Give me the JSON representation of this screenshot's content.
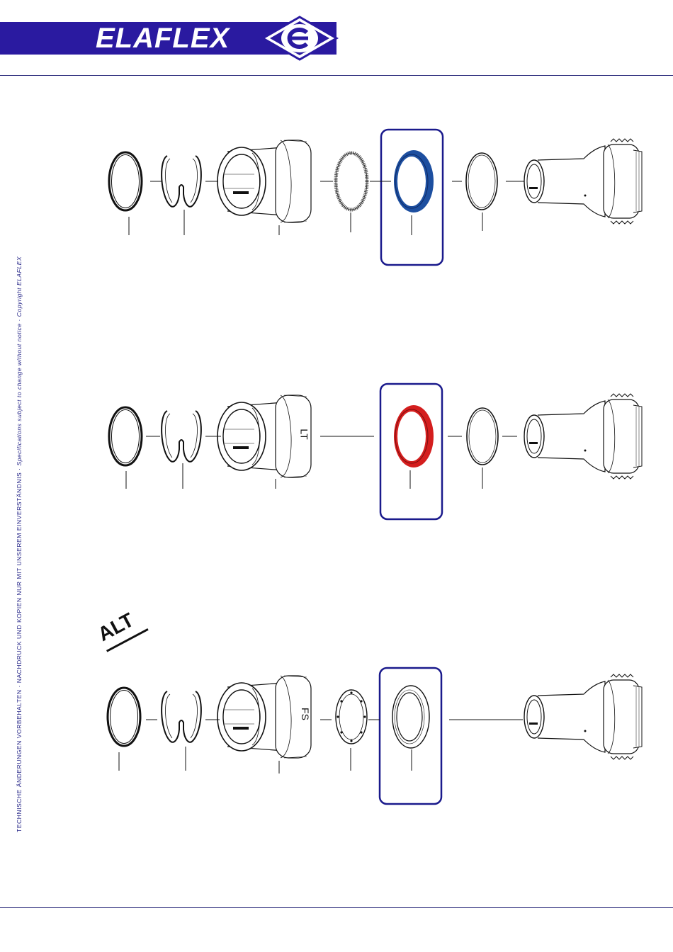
{
  "header": {
    "logo_text": "ELAFLEX",
    "logo_color": "#2a1aa0"
  },
  "sidebar": {
    "german": "TECHNISCHE ÄNDERUNGEN VORBEHALTEN · NACHDRUCK UND KOPIEN NUR MIT UNSEREM EINVERSTÄNDNIS · ",
    "english": "Specifications subject to change without notice · Copyright ELAFLEX"
  },
  "labels": {
    "alt": "ALT",
    "nut_lt": "LT",
    "nut_fs": "FS"
  },
  "highlight": {
    "frame_color": "#1a1a8c",
    "seal_row1_color": "#1d4fa0",
    "seal_row2_color": "#d41e1e"
  }
}
